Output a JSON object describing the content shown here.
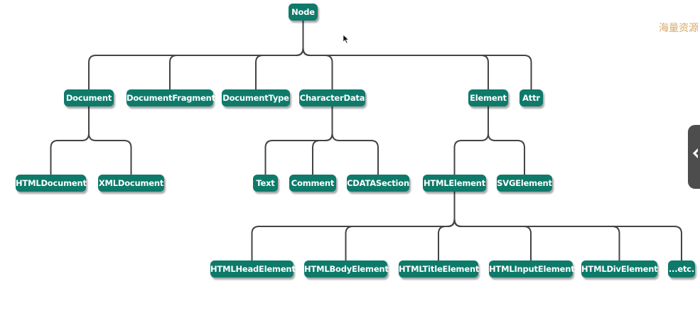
{
  "diagram": {
    "nodes": {
      "node": "Node",
      "document": "Document",
      "document_fragment": "DocumentFragment",
      "document_type": "DocumentType",
      "character_data": "CharacterData",
      "element": "Element",
      "attr": "Attr",
      "html_document": "HTMLDocument",
      "xml_document": "XMLDocument",
      "text": "Text",
      "comment": "Comment",
      "cdata_section": "CDATASection",
      "html_element": "HTMLElement",
      "svg_element": "SVGElement",
      "html_head_element": "HTMLHeadElement",
      "html_body_element": "HTMLBodyElement",
      "html_title_element": "HTMLTitleElement",
      "html_input_element": "HTMLInputElement",
      "html_div_element": "HTMLDivElement",
      "etc": "...etc."
    },
    "edges": [
      [
        "node",
        "document"
      ],
      [
        "node",
        "document_fragment"
      ],
      [
        "node",
        "document_type"
      ],
      [
        "node",
        "character_data"
      ],
      [
        "node",
        "element"
      ],
      [
        "node",
        "attr"
      ],
      [
        "document",
        "html_document"
      ],
      [
        "document",
        "xml_document"
      ],
      [
        "character_data",
        "text"
      ],
      [
        "character_data",
        "comment"
      ],
      [
        "character_data",
        "cdata_section"
      ],
      [
        "element",
        "html_element"
      ],
      [
        "element",
        "svg_element"
      ],
      [
        "html_element",
        "html_head_element"
      ],
      [
        "html_element",
        "html_body_element"
      ],
      [
        "html_element",
        "html_title_element"
      ],
      [
        "html_element",
        "html_input_element"
      ],
      [
        "html_element",
        "html_div_element"
      ],
      [
        "html_element",
        "etc"
      ]
    ],
    "colors": {
      "node_fill": "#0e7a6a",
      "node_text": "#ffffff",
      "edge": "#444444"
    }
  },
  "watermark": "海量资源",
  "side_tab_icon": "chevron-left-icon"
}
